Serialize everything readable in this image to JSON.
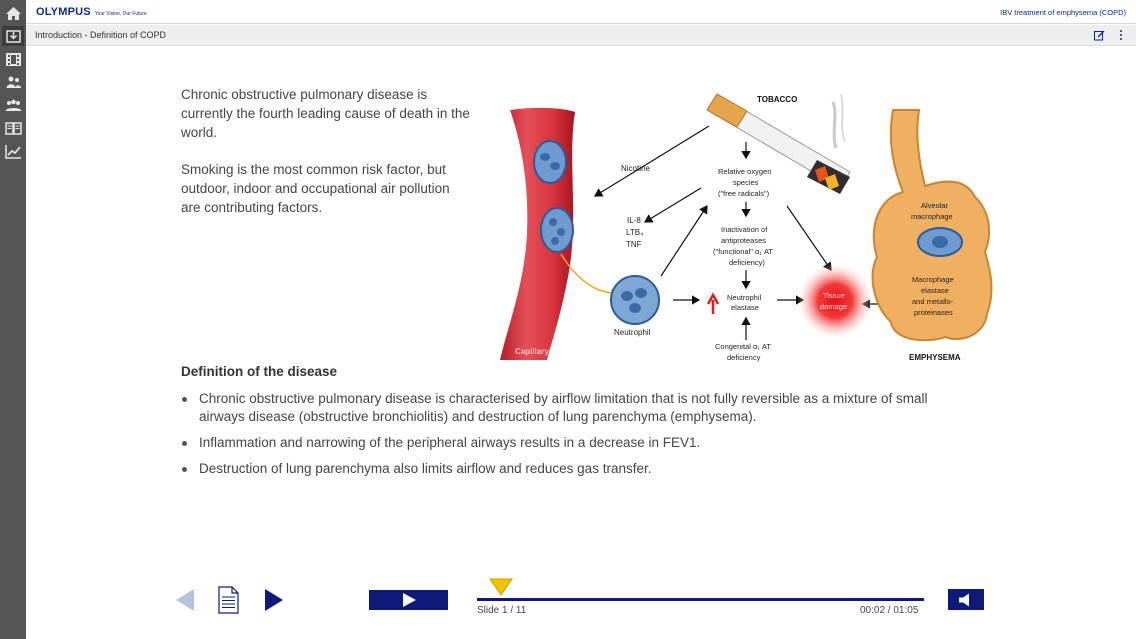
{
  "header": {
    "brand_name": "OLYMPUS",
    "brand_tagline": "Your Vision, Our Future",
    "course_title": "IBV treatment of emphysema (COPD)"
  },
  "rail": {
    "items": [
      {
        "icon": "home-icon"
      },
      {
        "icon": "download-icon"
      },
      {
        "icon": "film-icon"
      },
      {
        "icon": "users-icon"
      },
      {
        "icon": "group-icon"
      },
      {
        "icon": "book-icon"
      },
      {
        "icon": "chart-icon"
      }
    ]
  },
  "breadcrumb": "Introduction - Definition of COPD",
  "content": {
    "intro_paragraphs": [
      "Chronic obstructive pulmonary disease is currently the fourth leading cause of death in the world.",
      "Smoking is the most common risk factor, but outdoor, indoor and occupational air pollution are contributing factors."
    ],
    "definition_heading": "Definition of the disease",
    "bullets": [
      "Chronic obstructive pulmonary disease is characterised by airflow limitation that is not fully reversible as a mixture of small airways disease (obstructive bronchiolitis) and destruction of lung parenchyma (emphysema).",
      "Inflammation and narrowing of the peripheral airways results in a decrease in FEV1.",
      "Destruction of lung parenchyma also limits airflow and reduces gas transfer."
    ]
  },
  "diagram": {
    "tobacco": "TOBACCO",
    "nicotine": "Nicotine",
    "ros_line1": "Relative oxygen",
    "ros_line2": "species",
    "ros_line3": "(\"free radicals\")",
    "cytokine1": "IL-8",
    "cytokine2": "LTB₄",
    "cytokine3": "TNF",
    "inact_line1": "Inactivation of",
    "inact_line2": "antiproteases",
    "inact_line3": "(\"functional\" α₁ AT",
    "inact_line4": "deficiency)",
    "elastase_line1": "Neutrophil",
    "elastase_line2": "elastase",
    "congenital_line1": "Congenital α₁ AT",
    "congenital_line2": "deficiency",
    "neutrophil": "Neutrophil",
    "capillary": "Capillary",
    "tissue_line1": "Tissue",
    "tissue_line2": "damage",
    "alveolar_line1": "Alveolar",
    "alveolar_line2": "macrophage",
    "macro_line1": "Macrophage",
    "macro_line2": "elastase",
    "macro_line3": "and metallo-",
    "macro_line4": "proteinases",
    "emphysema": "EMPHYSEMA"
  },
  "player": {
    "slide_counter": "Slide 1 / 11",
    "time_readout": "00:02 / 01:05",
    "progress_fraction": 0.03,
    "accent_color": "#0d1a7a",
    "scrubber_color": "#f2c200",
    "prev_icon": "prev-arrow-icon",
    "notes_icon": "document-icon",
    "next_icon": "next-arrow-icon",
    "play_icon": "play-icon",
    "volume_icon": "speaker-icon"
  }
}
